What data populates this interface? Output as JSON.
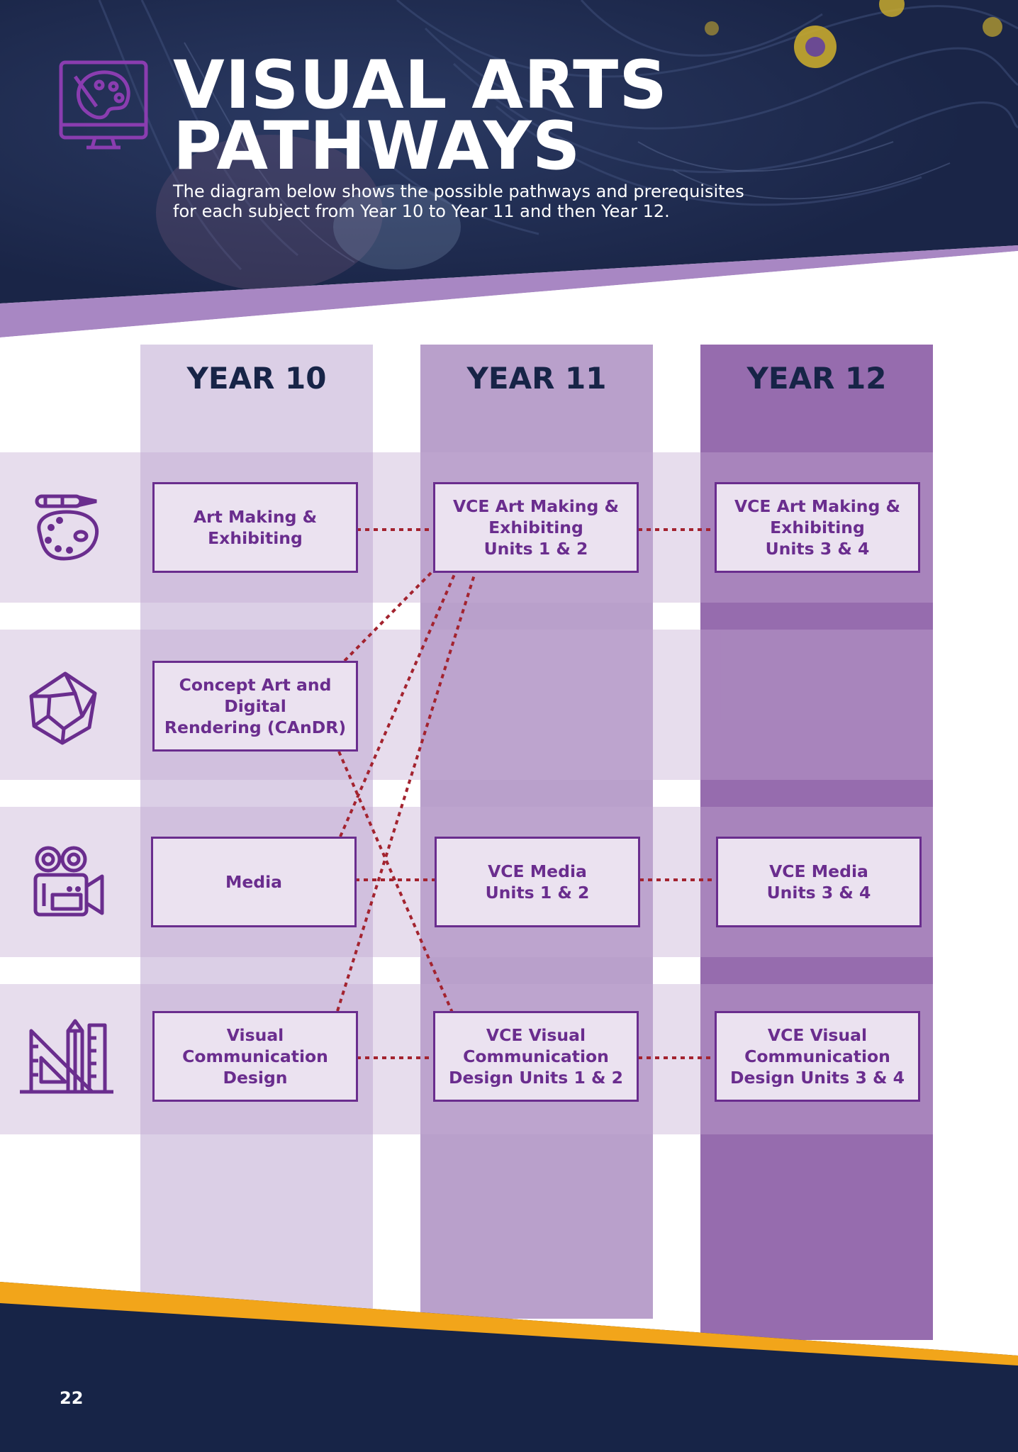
{
  "header": {
    "title_line_1": "VISUAL ARTS",
    "title_line_2": "PATHWAYS",
    "subtitle": "The diagram below shows the possible pathways and prerequisites\nfor each subject from Year 10 to Year 11 and then Year 12.",
    "icon": "palette-monitor-icon"
  },
  "columns": [
    {
      "label": "YEAR 10"
    },
    {
      "label": "YEAR 11"
    },
    {
      "label": "YEAR 12"
    }
  ],
  "rows": [
    {
      "icon": "palette-brush-icon",
      "year10": "Art Making &\nExhibiting",
      "year11": "VCE Art Making &\nExhibiting\nUnits 1 & 2",
      "year12": "VCE Art Making &\nExhibiting\nUnits 3 & 4"
    },
    {
      "icon": "polyhedron-icon",
      "year10": "Concept Art and Digital\nRendering (CAnDR)",
      "year11": "",
      "year12": ""
    },
    {
      "icon": "film-camera-icon",
      "year10": "Media",
      "year11": "VCE Media\nUnits 1 & 2",
      "year12": "VCE Media\nUnits 3 & 4"
    },
    {
      "icon": "ruler-pencil-icon",
      "year10": "Visual\nCommunication\nDesign",
      "year11": "VCE Visual\nCommunication\nDesign Units 1 & 2",
      "year12": "VCE Visual\nCommunication\nDesign Units 3 & 4"
    }
  ],
  "pathways": [
    {
      "from": "Art Making & Exhibiting",
      "to": "VCE Art Making & Exhibiting Units 1 & 2"
    },
    {
      "from": "VCE Art Making & Exhibiting Units 1 & 2",
      "to": "VCE Art Making & Exhibiting Units 3 & 4"
    },
    {
      "from": "Concept Art and Digital Rendering (CAnDR)",
      "to": "VCE Art Making & Exhibiting Units 1 & 2"
    },
    {
      "from": "Concept Art and Digital Rendering (CAnDR)",
      "to": "VCE Visual Communication Design Units 1 & 2"
    },
    {
      "from": "Media",
      "to": "VCE Art Making & Exhibiting Units 1 & 2"
    },
    {
      "from": "Media",
      "to": "VCE Media Units 1 & 2"
    },
    {
      "from": "VCE Media Units 1 & 2",
      "to": "VCE Media Units 3 & 4"
    },
    {
      "from": "Visual Communication Design",
      "to": "VCE Art Making & Exhibiting Units 1 & 2"
    },
    {
      "from": "Visual Communication Design",
      "to": "VCE Visual Communication Design Units 1 & 2"
    },
    {
      "from": "VCE Visual Communication Design Units 1 & 2",
      "to": "VCE Visual Communication Design Units 3 & 4"
    }
  ],
  "colors": {
    "navy": "#172447",
    "purple_text": "#6a2d8e",
    "accent_purple": "#a887c3",
    "pathway_red": "#a3232f",
    "accent_gold": "#f2a51a"
  },
  "page_number": "22"
}
